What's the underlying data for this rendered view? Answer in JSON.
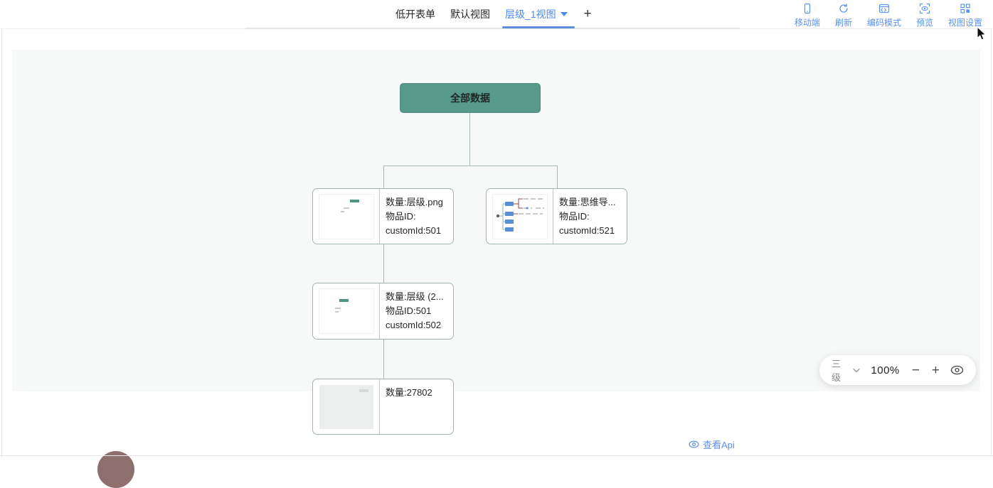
{
  "header": {
    "tabs": [
      {
        "label": "低开表单",
        "active": false
      },
      {
        "label": "默认视图",
        "active": false
      },
      {
        "label": "层级_1视图",
        "active": true,
        "has_dropdown": true
      }
    ],
    "add_tab_label": "+",
    "actions": [
      {
        "icon": "mobile-icon",
        "label": "移动端"
      },
      {
        "icon": "refresh-icon",
        "label": "刷新"
      },
      {
        "icon": "code-mode-icon",
        "label": "编码模式"
      },
      {
        "icon": "preview-icon",
        "label": "预览"
      },
      {
        "icon": "view-settings-icon",
        "label": "视图设置"
      }
    ]
  },
  "canvas": {
    "root_node": {
      "label": "全部数据"
    },
    "cards": [
      {
        "thumbnail": "hierarchy-screenshot-thumbnail",
        "lines": [
          "数量:层级.png",
          "物品ID:",
          "customId:501"
        ]
      },
      {
        "thumbnail": "mindmap-screenshot-thumbnail",
        "lines": [
          "数量:思维导...",
          "物品ID:",
          "customId:521"
        ]
      },
      {
        "thumbnail": "hierarchy-screenshot-thumbnail",
        "lines": [
          "数量:层级 (2...",
          "物品ID:501",
          "customId:502"
        ]
      },
      {
        "thumbnail": "generic-screenshot-thumbnail",
        "lines": [
          "数量:27802"
        ]
      }
    ]
  },
  "zoom_controls": {
    "level": "三级",
    "percent": "100%",
    "minus": "−",
    "plus": "+"
  },
  "footer": {
    "api_link": "查看Api"
  },
  "colors": {
    "accent_blue": "#4a89f5",
    "root_node_teal": "#579a8b",
    "connector": "#a7bbb8",
    "card_border": "#9fb7b3",
    "canvas_bg": "#f7f8f8",
    "api_link_blue": "#5c8ef0"
  }
}
